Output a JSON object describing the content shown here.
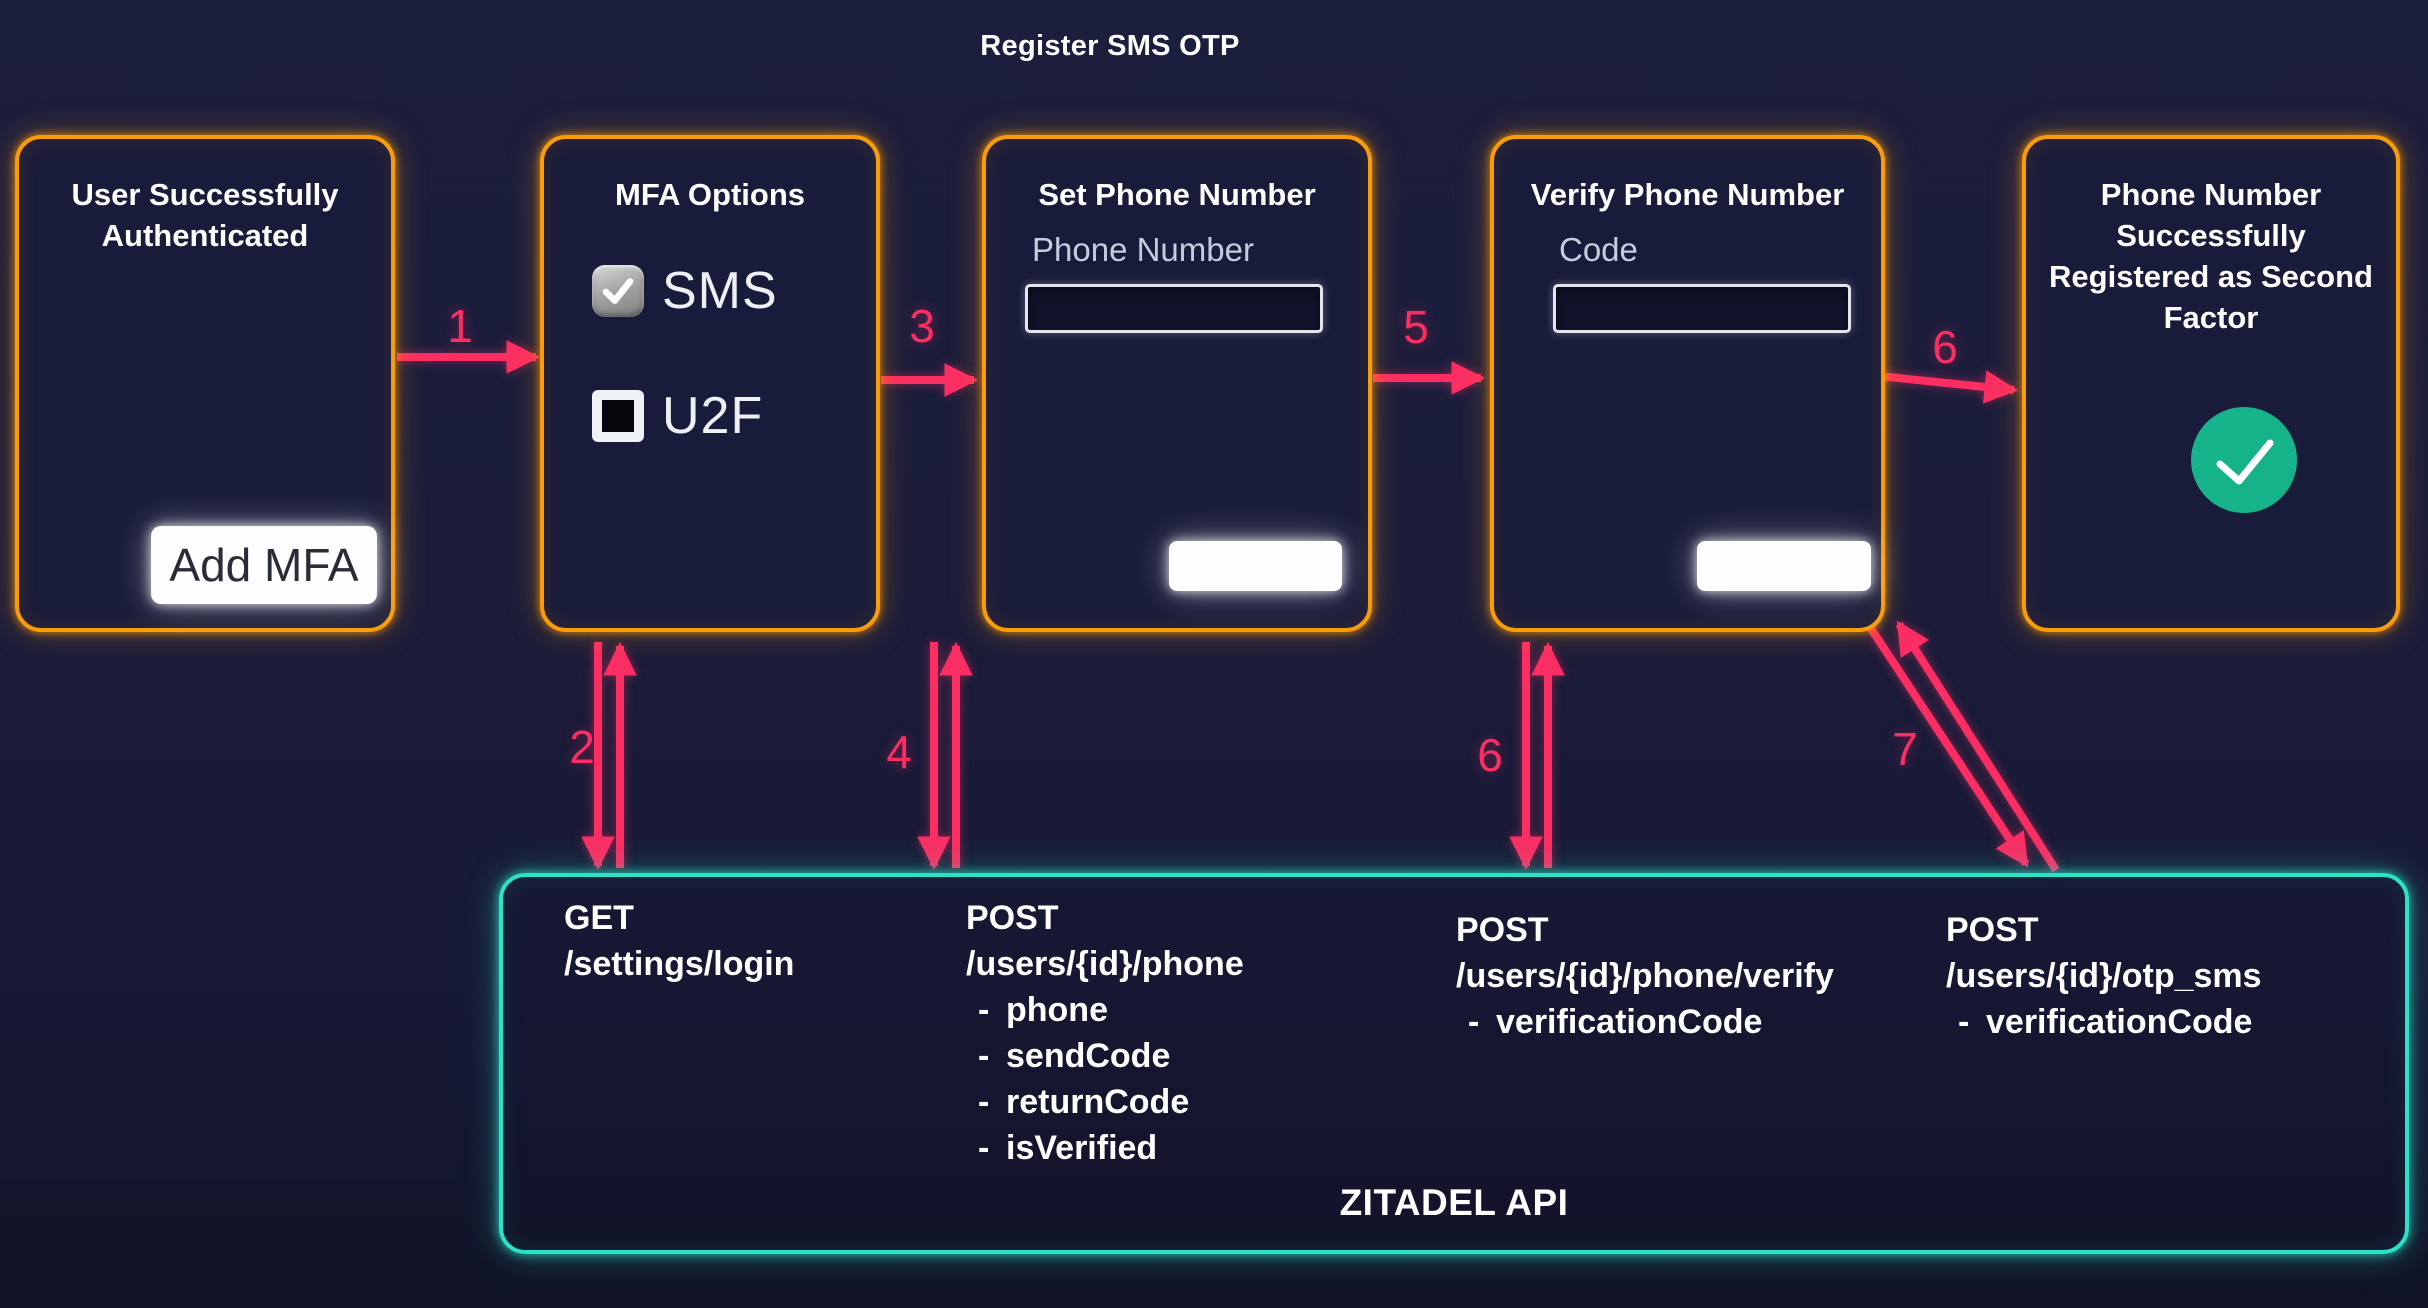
{
  "title": "Register SMS OTP",
  "colors": {
    "background": "#1a1c3a",
    "card_border_orange": "#f99c0c",
    "arrow_pink": "#fb2e63",
    "api_border_teal": "#2ae2c6",
    "success_green": "#16b38b",
    "button_white": "#fdfdfe"
  },
  "cards": [
    {
      "title": "User Successfully Authenticated",
      "button_label": "Add MFA"
    },
    {
      "title": "MFA Options",
      "options": [
        {
          "label": "SMS",
          "checked": true
        },
        {
          "label": "U2F",
          "checked": false
        }
      ]
    },
    {
      "title": "Set Phone Number",
      "field_label": "Phone Number",
      "field_value": "",
      "button_label": ""
    },
    {
      "title": "Verify Phone Number",
      "field_label": "Code",
      "field_value": "",
      "button_label": ""
    },
    {
      "title": "Phone Number Successfully Registered as Second Factor"
    }
  ],
  "flow": {
    "step1": "1",
    "step2": "2",
    "step3": "3",
    "step4": "4",
    "step5": "5",
    "step6_top": "6",
    "step6_bottom": "6",
    "step7": "7"
  },
  "api": {
    "title": "ZITADEL API",
    "bullet": "-",
    "endpoints": [
      {
        "method": "GET",
        "path": "/settings/login",
        "params": []
      },
      {
        "method": "POST",
        "path": "/users/{id}/phone",
        "params": [
          "phone",
          "sendCode",
          "returnCode",
          "isVerified"
        ]
      },
      {
        "method": "POST",
        "path": "/users/{id}/phone/verify",
        "params": [
          "verificationCode"
        ]
      },
      {
        "method": "POST",
        "path": "/users/{id}/otp_sms",
        "params": [
          "verificationCode"
        ]
      }
    ]
  }
}
